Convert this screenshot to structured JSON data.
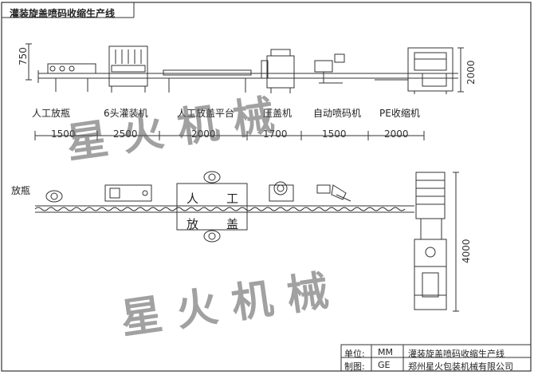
{
  "title": "灌装旋盖喷码收缩生产线",
  "machines": [
    {
      "label": "人工放瓶"
    },
    {
      "label": "6头灌装机"
    },
    {
      "label": "人工放盖平台"
    },
    {
      "label": "压盖机"
    },
    {
      "label": "自动喷码机"
    },
    {
      "label": "PE收缩机"
    }
  ],
  "dimensions_top": [
    "1500",
    "2500",
    "2000",
    "1700",
    "1500",
    "2000"
  ],
  "dim_height_left": "750",
  "dim_height_right": "2000",
  "dim_height_right_bottom": "4000",
  "plan": {
    "label_bottle": "放瓶",
    "manual_cap_line1_a": "人",
    "manual_cap_line1_b": "工",
    "manual_cap_line2_a": "放",
    "manual_cap_line2_b": "盖"
  },
  "watermark": "星 火 机 械",
  "title_block": {
    "unit_label": "单位:",
    "unit_value": "MM",
    "drawn_label": "制图:",
    "drawn_value": "GE",
    "line_name": "灌装旋盖喷码收缩生产线",
    "company": "郑州星火包装机械有限公司"
  }
}
